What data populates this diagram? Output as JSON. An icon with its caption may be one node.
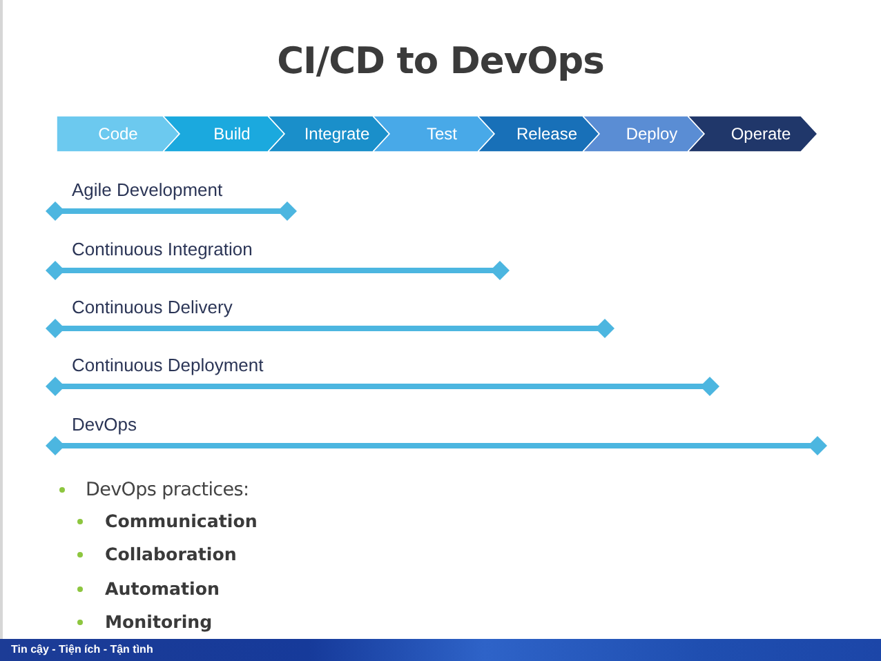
{
  "diagram": {
    "title": "CI/CD to DevOps",
    "nodes": [
      {
        "text": [
          "Code"
        ]
      },
      {
        "text": [
          "Build"
        ]
      },
      {
        "text": [
          "Integrate"
        ]
      },
      {
        "text": [
          "Test"
        ]
      },
      {
        "text": [
          "Release"
        ]
      },
      {
        "text": [
          "Deploy"
        ]
      },
      {
        "text": [
          "Operate"
        ]
      },
      {
        "text": [
          "Agile Development"
        ]
      },
      {
        "text": [
          "Continuous Integration"
        ]
      },
      {
        "text": [
          "Continuous Delivery"
        ]
      },
      {
        "text": [
          "Continuous Deployment"
        ]
      },
      {
        "text": [
          "DevOps"
        ]
      }
    ],
    "labels": [
      "DevOps practices:",
      "Communication",
      "Collaboration",
      "Automation",
      "Monitoring",
      "Tin cậy - Tiện ích - Tận tình"
    ]
  }
}
